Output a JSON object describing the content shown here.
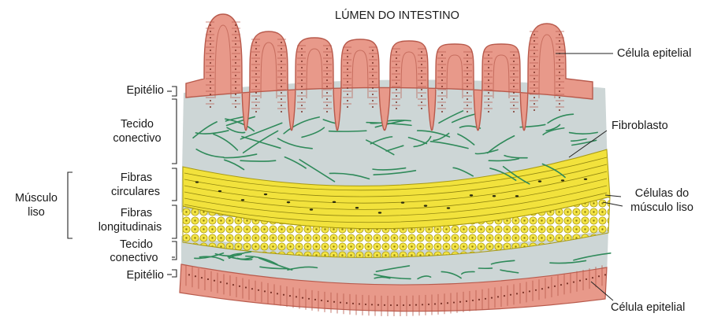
{
  "title": "LÚMEN DO INTESTINO",
  "labels": {
    "epitelial_top": "Célula epitelial",
    "fibroblasto": "Fibroblasto",
    "celulas_musculo_1": "Células do",
    "celulas_musculo_2": "músculo liso",
    "epitelial_bottom": "Célula epitelial",
    "epitelio_top": "Epitélio",
    "tecido_1": "Tecido",
    "tecido_2": "conectivo",
    "fibras_circ_1": "Fibras",
    "fibras_circ_2": "circulares",
    "fibras_long_1": "Fibras",
    "fibras_long_2": "longitudinais",
    "tecido_b_1": "Tecido",
    "tecido_b_2": "conectivo",
    "epitelio_bottom": "Epitélio",
    "musculo_1": "Músculo",
    "musculo_2": "liso"
  },
  "colors": {
    "epithelium": "#e8998a",
    "epithelium_line": "#b85a4c",
    "connective": "#cdd6d6",
    "fibers": "#2f8a5a",
    "muscle": "#f2e23c",
    "muscle_line": "#a89a10"
  }
}
